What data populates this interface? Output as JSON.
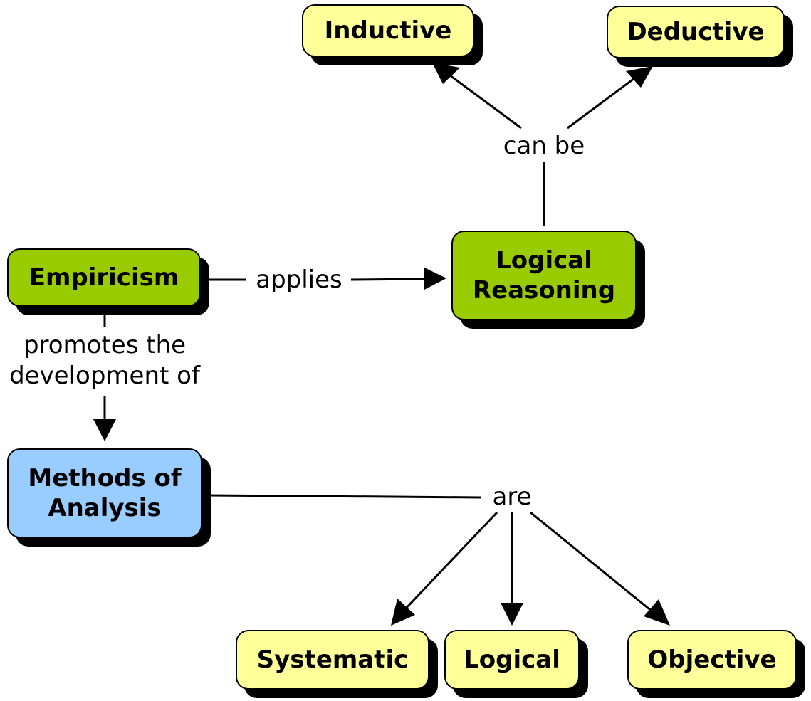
{
  "nodes": {
    "inductive": "Inductive",
    "deductive": "Deductive",
    "empiricism": "Empiricism",
    "logical_reasoning": "Logical Reasoning",
    "methods_of_analysis": "Methods of Analysis",
    "systematic": "Systematic",
    "logical": "Logical",
    "objective": "Objective"
  },
  "links": {
    "can_be": "can be",
    "applies": "applies",
    "promotes": "promotes the development of",
    "are": "are"
  },
  "colors": {
    "yellow": "#ffff99",
    "green": "#99cc00",
    "blue": "#99ccff"
  }
}
